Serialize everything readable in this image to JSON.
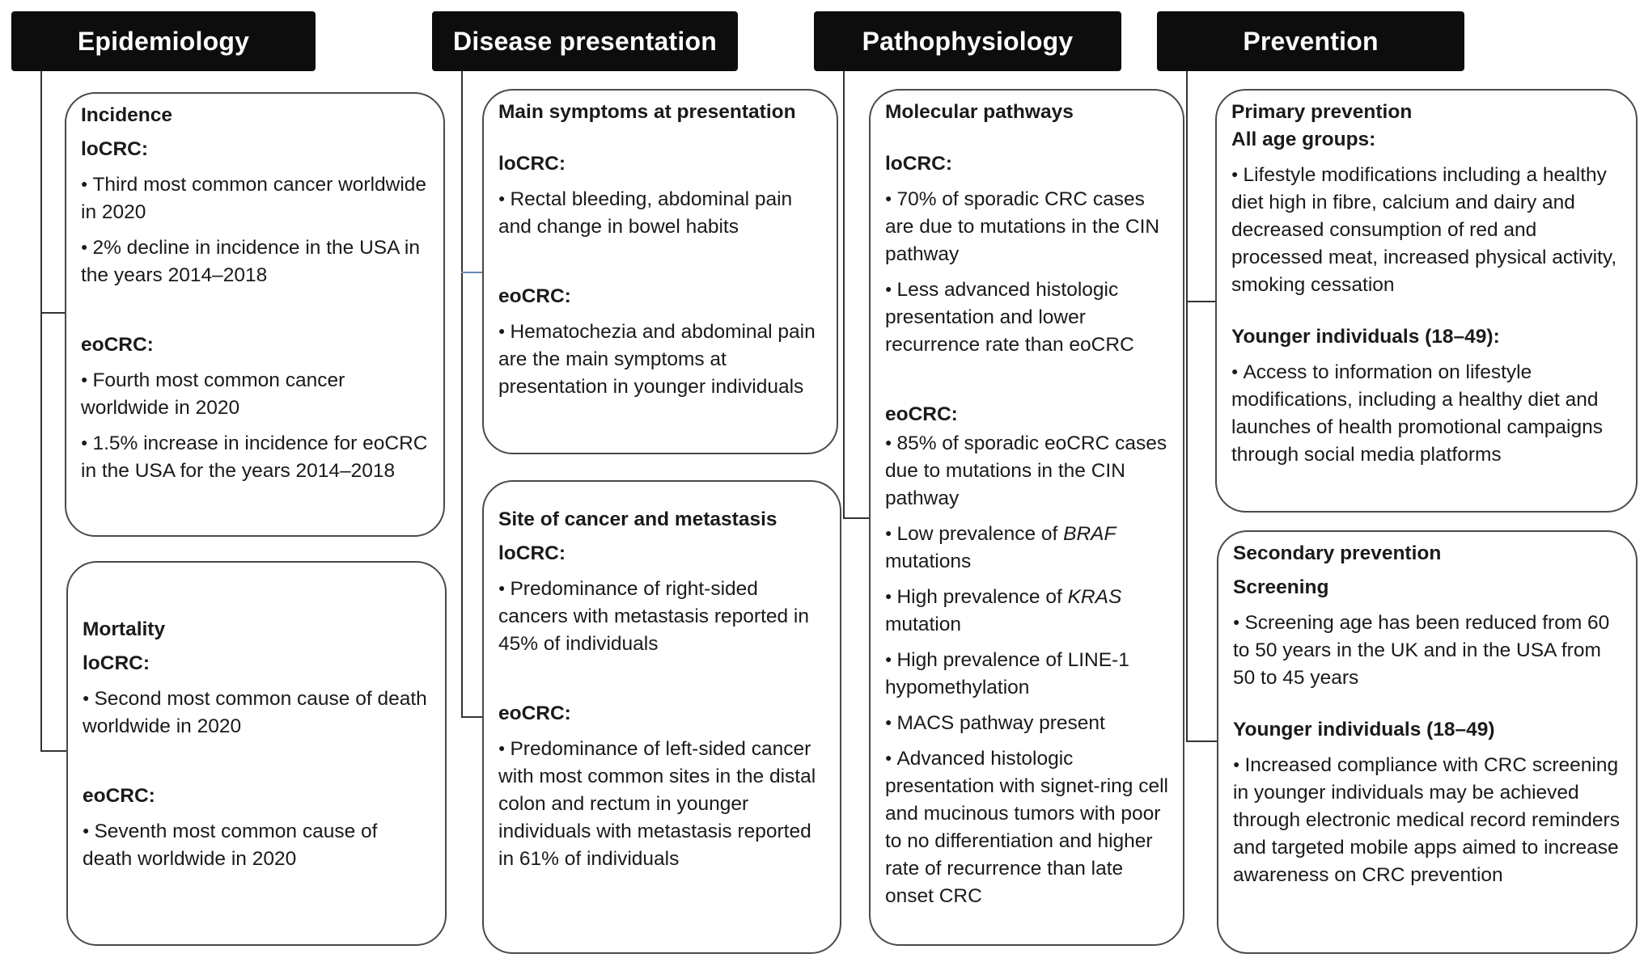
{
  "headers": {
    "epidemiology": "Epidemiology",
    "disease_presentation": "Disease presentation",
    "pathophysiology": "Pathophysiology",
    "prevention": "Prevention"
  },
  "incidence": {
    "title": "Incidence",
    "locrc_label": "loCRC:",
    "locrc_bullets": [
      "Third most common cancer worldwide in 2020",
      "2% decline in incidence in the USA in the years 2014–2018"
    ],
    "eocrc_label": "eoCRC:",
    "eocrc_bullets": [
      "Fourth most common cancer worldwide in 2020",
      "1.5% increase in incidence for eoCRC in the USA for the years 2014–2018"
    ]
  },
  "mortality": {
    "title": "Mortality",
    "locrc_label": "loCRC:",
    "locrc_bullets": [
      "Second most common cause of death worldwide in 2020"
    ],
    "eocrc_label": "eoCRC:",
    "eocrc_bullets": [
      "Seventh most common cause of death worldwide in 2020"
    ]
  },
  "symptoms": {
    "title": "Main symptoms at presentation",
    "locrc_label": "loCRC:",
    "locrc_bullets": [
      "Rectal bleeding, abdominal pain and change in bowel habits"
    ],
    "eocrc_label": "eoCRC:",
    "eocrc_bullets": [
      "Hematochezia and abdominal pain are the main symptoms at presentation in younger individuals"
    ]
  },
  "site": {
    "title": "Site of cancer and metastasis",
    "locrc_label": "loCRC:",
    "locrc_bullets": [
      "Predominance of right-sided cancers with metastasis reported in 45% of individuals"
    ],
    "eocrc_label": "eoCRC:",
    "eocrc_bullets": [
      "Predominance of left-sided cancer with most common sites in the distal colon and rectum in younger individuals with metastasis reported in 61% of individuals"
    ]
  },
  "molecular": {
    "title": "Molecular pathways",
    "locrc_label": "loCRC:",
    "locrc_bullets": [
      "70% of sporadic CRC cases are due to mutations in the CIN pathway",
      "Less advanced histologic presentation and lower recurrence rate than eoCRC"
    ],
    "eocrc_label": "eoCRC:",
    "eocrc_b1": "85% of sporadic eoCRC cases due to mutations in the CIN pathway",
    "braf_pre": "Low prevalence of ",
    "braf_gene": "BRAF",
    "braf_post": " mutations",
    "kras_pre": "High prevalence of ",
    "kras_gene": "KRAS",
    "kras_post": " mutation",
    "eocrc_b4": "High prevalence of LINE-1 hypomethylation",
    "eocrc_b5": "MACS pathway present",
    "eocrc_b6": "Advanced histologic presentation with signet-ring cell and mucinous tumors with poor to no differentiation and higher rate of recurrence than late onset CRC"
  },
  "primary": {
    "title": "Primary prevention",
    "all_label": "All age groups:",
    "all_bullets": [
      "Lifestyle modifications including a healthy diet high in fibre, calcium and dairy and decreased consumption of red and processed meat, increased physical activity, smoking cessation"
    ],
    "young_label": "Younger individuals (18–49):",
    "young_bullets": [
      "Access to information on lifestyle modifications, including a healthy diet and launches of health promotional campaigns through social media platforms"
    ]
  },
  "secondary": {
    "title": "Secondary prevention",
    "screen_label": "Screening",
    "screen_bullets": [
      "Screening age has been reduced from 60 to 50 years in the UK and in the USA from 50 to 45 years"
    ],
    "young_label": "Younger individuals (18–49)",
    "young_bullets": [
      "Increased compliance with CRC screening in younger individuals may be achieved through electronic medical record reminders and targeted mobile apps aimed to increase awareness on CRC prevention"
    ]
  }
}
